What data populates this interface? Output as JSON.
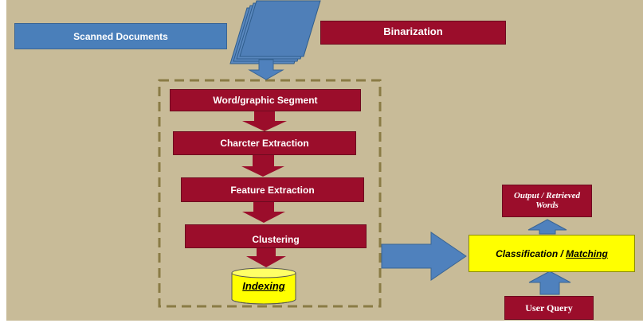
{
  "diagram": {
    "scanned_documents": "Scanned Documents",
    "binarization": "Binarization",
    "word_graphic_segment": "Word/graphic Segment",
    "character_extraction": "Charcter Extraction",
    "feature_extraction": "Feature Extraction",
    "clustering": "Clustering",
    "indexing": "Indexing",
    "output_retrieved_words": "Output / Retrieved Words",
    "classification_prefix": "Classification / ",
    "classification_matching": "Matching",
    "user_query": "User Query"
  },
  "colors": {
    "background": "#c8bb98",
    "process_red": "#9b0d2b",
    "process_blue": "#4a7fba",
    "highlight_yellow": "#ffff00"
  }
}
